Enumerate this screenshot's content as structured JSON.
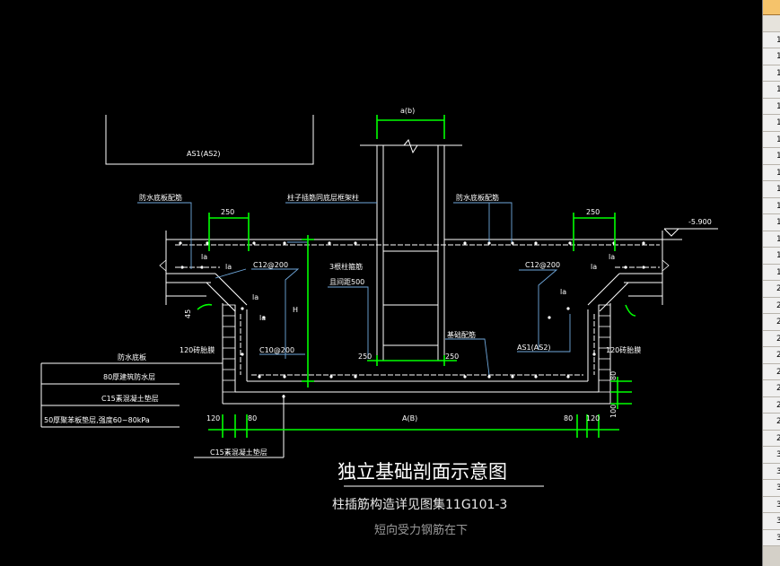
{
  "diagram": {
    "title": "独立基础剖面示意图",
    "subtitle": "柱插筋构造详见图集11G101-3",
    "note": "短向受力钢筋在下",
    "labels": {
      "ab": "a(b)",
      "as1_top": "AS1(AS2)",
      "fangshui_left": "防水底板配筋",
      "zhuzi": "柱子插筋同底层框架柱",
      "fangshui_right": "防水底板配筋",
      "dim250_left": "250",
      "dim250_right": "250",
      "elev": "-5.900",
      "la1": "la",
      "la2": "la",
      "la3": "la",
      "la4": "la",
      "la5": "la",
      "la6": "la",
      "la7": "la",
      "c12_left": "C12@200",
      "c12_right": "C12@200",
      "gujin": "3根柱箍筋",
      "jianju": "且间距500",
      "h": "H",
      "deg45": "45",
      "jichu": "基础配筋",
      "as1_right": "AS1(AS2)",
      "c10": "C10@200",
      "brick_left": "120砖胎膜",
      "brick_right": "120砖胎膜",
      "dim250_center_l": "250",
      "dim250_center_r": "250",
      "dim80_right": "80",
      "dim100_right": "100",
      "dim120_left": "120",
      "dim80_left": "80",
      "dimAB": "A(B)",
      "dim80_br": "80",
      "dim120_br": "120",
      "layer1": "防水底板",
      "layer2": "80厚建筑防水层",
      "layer3": "C15素混凝土垫层",
      "layer4": "50厚聚苯板垫层,强度60~80kPa",
      "c15_bottom": "C15素混凝土垫层"
    }
  },
  "sheet_panel": {
    "rows": [
      "",
      "1",
      "1",
      "1",
      "1",
      "1",
      "1",
      "1",
      "1",
      "1",
      "1",
      "1",
      "1",
      "1",
      "1",
      "1",
      "2",
      "2",
      "2",
      "2",
      "2",
      "2",
      "2",
      "2",
      "2",
      "2",
      "3",
      "3",
      "3",
      "3",
      "3",
      "3"
    ]
  },
  "colors": {
    "background": "#000000",
    "lines": "#ffffff",
    "dimension": "#00ff00",
    "leader": "#6fa8dc"
  }
}
